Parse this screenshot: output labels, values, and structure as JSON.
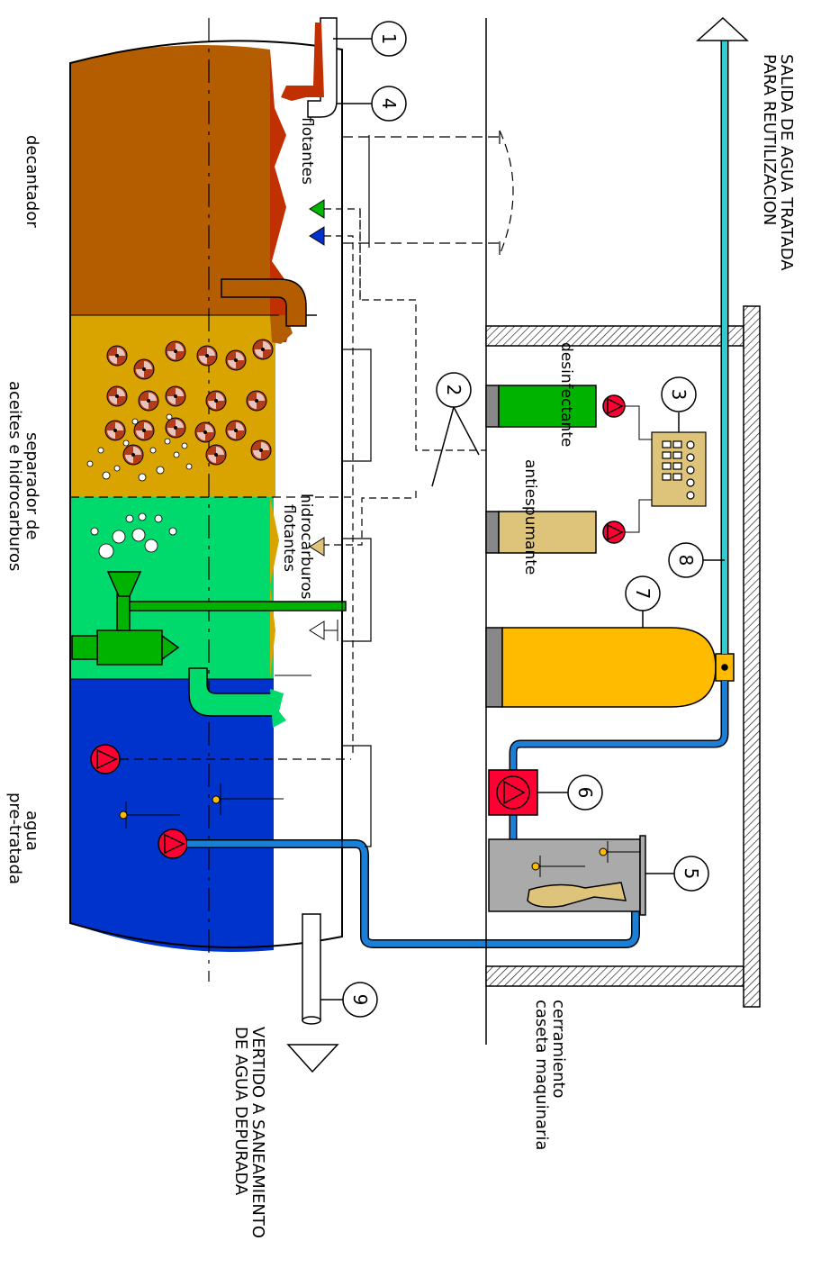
{
  "labels": {
    "salida_line1": "SALIDA DE AGUA TRATADA",
    "salida_line2": "PARA REUTILIZACION",
    "vertido_line1": "VERTIDO A SANEAMIENTO",
    "vertido_line2": "DE AGUA DEPURADA",
    "cerramiento_line1": "cerramiento",
    "cerramiento_line2": "caseta maquinaria",
    "decantador": "decantador",
    "separador_line1": "separador de",
    "separador_line2": "aceites e hidrocarburos",
    "agua_line1": "agua",
    "agua_line2": "pre-tratada",
    "flotantes": "flotantes",
    "hidrocarburos_line1": "hidrocarburos",
    "hidrocarburos_line2": "flotantes",
    "desinfectante": "desinfectante",
    "antiespumante": "antiespumante"
  },
  "callouts": [
    "1",
    "2",
    "3",
    "4",
    "5",
    "6",
    "7",
    "8",
    "9"
  ],
  "colors": {
    "decantador": "#b35c00",
    "separador": "#d9a400",
    "green_zone": "#00d96b",
    "blue_zone": "#0033cc",
    "floating_waste": "#c03000",
    "pump_red": "#ff0033",
    "pipe_blue": "#1a7fd6",
    "pipe_cyan": "#33cccc",
    "tank_yellow": "#ffbb00",
    "tank_green": "#00b300",
    "tank_beige": "#ddc47a",
    "filter_grey": "#aaaaaa"
  }
}
